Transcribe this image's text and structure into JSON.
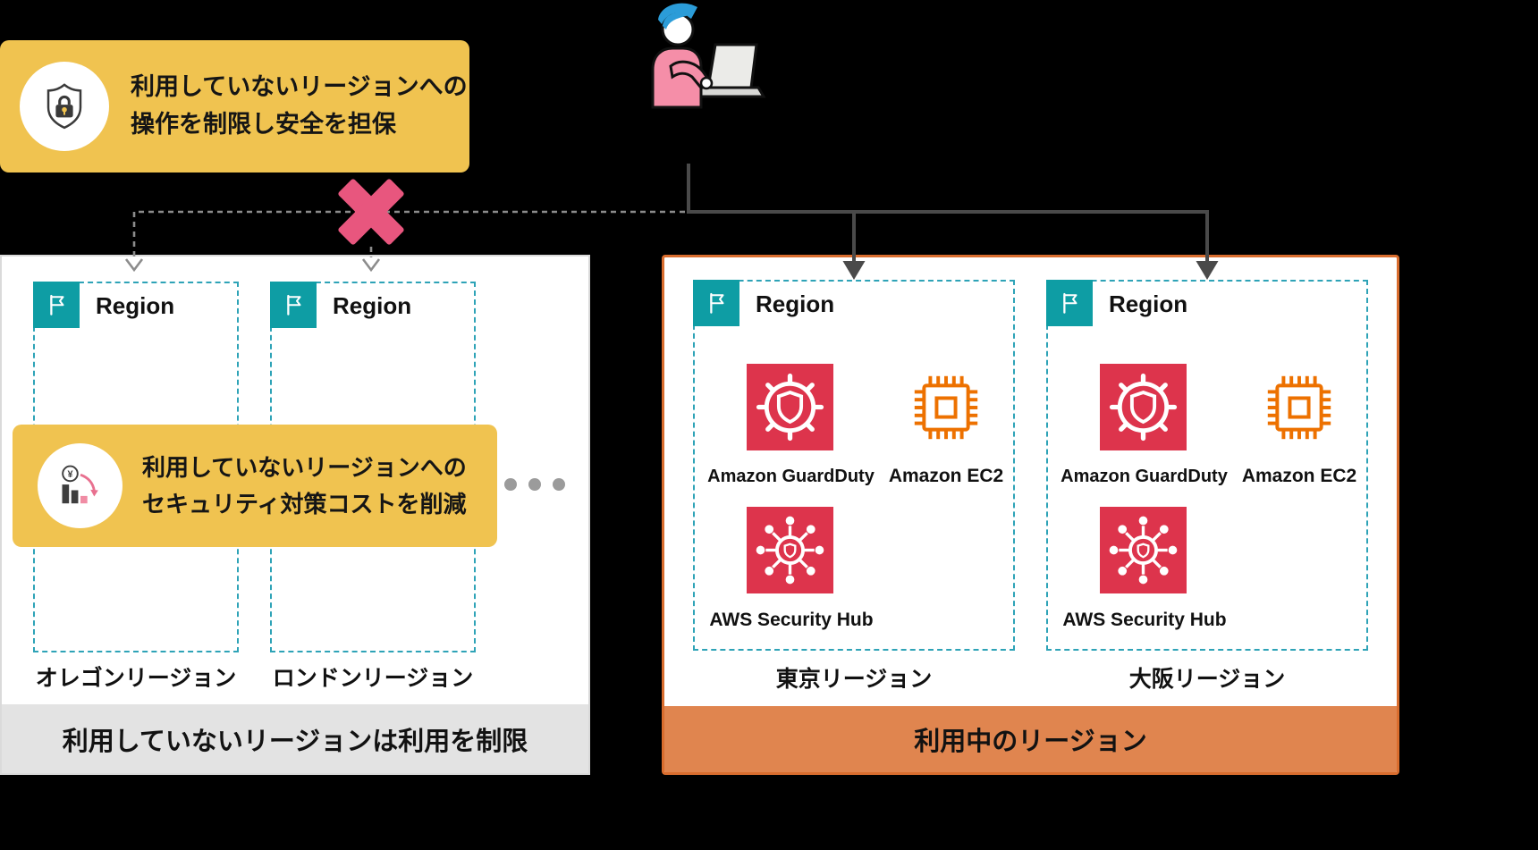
{
  "colors": {
    "background": "#000000",
    "callout_yellow": "#F0C350",
    "region_teal": "#0E9DA4",
    "dashed_teal": "#2EA3B7",
    "aws_security_red": "#DD344C",
    "ec2_orange": "#ED7100",
    "active_panel_border": "#D96D2E",
    "active_panel_footer": "#E0854F",
    "unused_panel_footer": "#E3E3E3",
    "block_x_pink": "#E8567E"
  },
  "icons": {
    "shield_lock": "shield-with-padlock",
    "user": "person-at-laptop",
    "flag": "region-flag",
    "guardduty": "gear-with-shield",
    "ec2": "chip-outline",
    "security_hub": "hub-with-nodes",
    "cost": "cost-reduction-bars",
    "blocked": "x-mark",
    "ellipsis": "three-dots"
  },
  "top_callout": {
    "line1": "利用していないリージョンへの",
    "line2": "操作を制限し安全を担保"
  },
  "left_panel": {
    "regions": [
      {
        "title": "Region",
        "label": "オレゴンリージョン"
      },
      {
        "title": "Region",
        "label": "ロンドンリージョン"
      }
    ],
    "cost_callout": {
      "line1": "利用していないリージョンへの",
      "line2": "セキュリティ対策コストを削減"
    },
    "footer": "利用していないリージョンは利用を制限"
  },
  "right_panel": {
    "regions": [
      {
        "title": "Region",
        "label": "東京リージョン",
        "services": [
          {
            "name": "Amazon GuardDuty"
          },
          {
            "name": "Amazon EC2"
          },
          {
            "name": "AWS Security Hub"
          }
        ]
      },
      {
        "title": "Region",
        "label": "大阪リージョン",
        "services": [
          {
            "name": "Amazon GuardDuty"
          },
          {
            "name": "Amazon EC2"
          },
          {
            "name": "AWS Security Hub"
          }
        ]
      }
    ],
    "footer": "利用中のリージョン"
  }
}
